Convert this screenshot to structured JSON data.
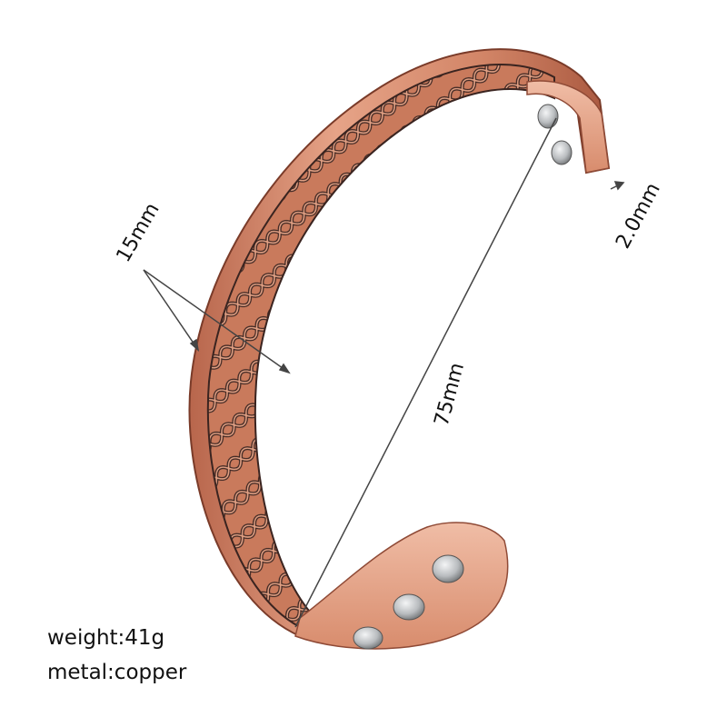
{
  "product": {
    "dimensions": {
      "width": "15mm",
      "diameter": "75mm",
      "thickness": "2.0mm"
    },
    "specs": {
      "weight": "weight:41g",
      "metal": "metal:copper"
    },
    "colors": {
      "copper_light": "#e9a88c",
      "copper_mid": "#cf7f62",
      "copper_dark": "#8f4a36",
      "engraving": "#3a2420",
      "magnet": "#c8cacc",
      "annotation_line": "#444444"
    }
  }
}
